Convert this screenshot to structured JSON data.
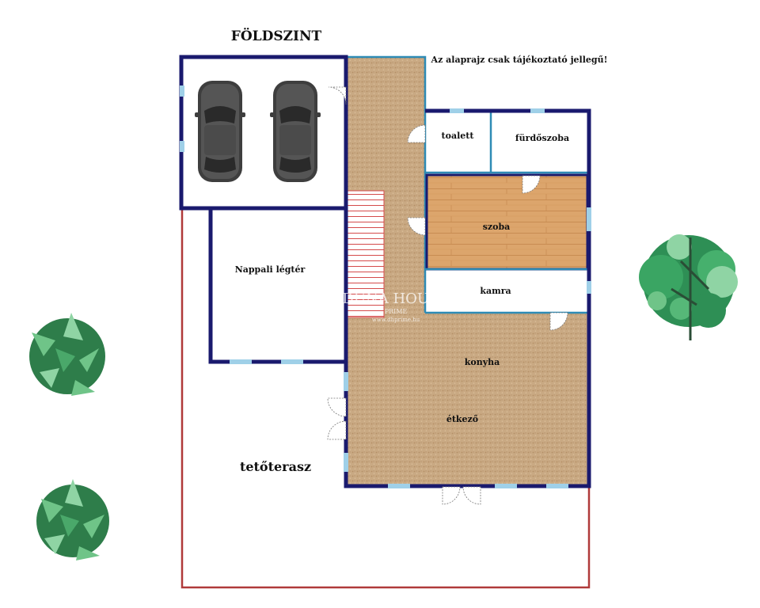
{
  "plan": {
    "floor_title": "FÖLDSZINT",
    "note": "Az alaprajz csak tájékoztató jellegű!",
    "rooms": {
      "toalett": "toalett",
      "furdoszoba": "fürdőszoba",
      "szoba": "szoba",
      "kamra": "kamra",
      "nappali": "Nappali légtér",
      "konyha": "konyha",
      "etkezo": "étkező",
      "terasz": "tetőterasz"
    },
    "watermark": {
      "brand": "DUNA HOUSE",
      "sub": "PRIME",
      "url": "www.dhprime.hu"
    }
  },
  "colors": {
    "outer_wall": "#1a1a6e",
    "inner_wall": "#2e8bb5",
    "terrace_line": "#b03a3a",
    "window": "#9fd0e8",
    "tile_floor": "#c8a882",
    "wood_floor": "#d9a36a",
    "stairs": "#d44a4a",
    "plant_dark": "#2e7d4a",
    "plant_light": "#6fc488",
    "car_body": "#4a4a4a"
  }
}
